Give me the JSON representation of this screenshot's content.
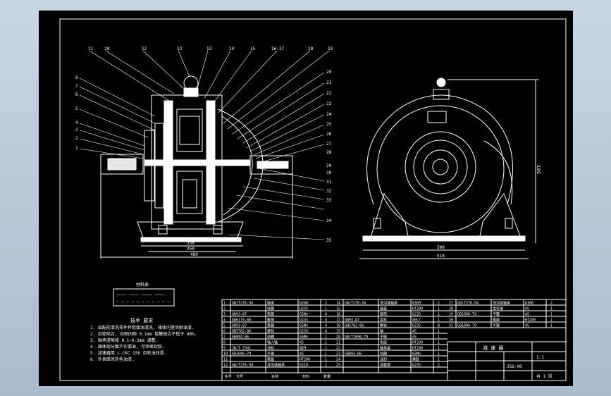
{
  "drawing": {
    "top_labels": [
      "11",
      "10",
      "12",
      "12",
      "13",
      "14",
      "15",
      "16-17",
      "18",
      "19"
    ],
    "left_labels": [
      "8",
      "7",
      "6",
      "5",
      "4",
      "3",
      "2",
      "1"
    ],
    "right_labels": [
      "20",
      "21",
      "22",
      "23",
      "24",
      "25",
      "26",
      "27",
      "28",
      "29",
      "30",
      "31",
      "32",
      "33",
      "34",
      "35"
    ],
    "dim_front_base": "350",
    "dim_front_bottom_a": "250",
    "dim_front_overall": "480",
    "dim_side_height": "587",
    "dim_side_base": "500",
    "dim_side_overall": "510"
  },
  "legend_box": {
    "heading": "材料表",
    "row1": "———— ———— ———— ————",
    "row2": "— — — — — — — — — — —"
  },
  "tech_requirements": {
    "title": "技术 要求",
    "lines": [
      "1. 装配前清洗零件并用煤油清洗, 箱体内壁涂耐油漆.",
      "2. 齿轮啮合, 齿侧间隙 0.1mm 接触斑点不低于 40%.",
      "3. 轴承游隙按 0.1~0.3mm 调整.",
      "4. 箱体剖分面不许漏油, 可涂密封胶.",
      "5. 减速器用 L-CKC 150 齿轮油润滑.",
      "6. 外表面涂灰色油漆."
    ]
  },
  "parts_table": {
    "col1": [
      [
        "GB/T276-94",
        "轴承",
        "6208",
        "2"
      ],
      [
        "",
        "挡圈",
        "Q235",
        "1"
      ],
      [
        "GB93-87",
        "垫圈",
        "65Mn",
        "4"
      ],
      [
        "GB6170-86",
        "螺母",
        "Q235",
        "4"
      ],
      [
        "GB93-87",
        "垫圈",
        "65Mn",
        "4"
      ],
      [
        "GB5782-86",
        "螺栓",
        "Q235",
        "4"
      ],
      [
        "GB894-86",
        "挡圈",
        "65Mn",
        "1"
      ],
      [
        "",
        "输入轴",
        "45",
        "1"
      ],
      [
        "JB/T 7941",
        "油标",
        "组件",
        "1"
      ],
      [
        "GB1096-79",
        "平键",
        "45",
        "1"
      ],
      [
        "",
        "箱盖",
        "HT200",
        "1"
      ],
      [
        "GB/T276-94",
        "深沟球轴承",
        "6210",
        "2"
      ]
    ],
    "col2": [
      [
        "GB/T276-94",
        "深沟球轴承",
        "6309",
        "2"
      ],
      [
        "",
        "端盖",
        "HT200",
        "1"
      ],
      [
        "",
        "套筒",
        "Q235",
        "1"
      ],
      [
        "GB93-87",
        "齿轮",
        "40Cr",
        "1"
      ],
      [
        "GB5782-86",
        "螺栓",
        "Q235",
        "8"
      ],
      [
        "",
        "轴",
        "45",
        "1"
      ],
      [
        "GB/T1096-79",
        "平键",
        "45",
        "1"
      ],
      [
        "",
        "机座",
        "HT200",
        "1"
      ],
      [
        "",
        "轴承盖",
        "HT200",
        "1"
      ],
      [
        "GB893-86",
        "挡圈",
        "65Mn",
        "1"
      ],
      [
        "",
        "油封",
        "橡胶",
        "1"
      ],
      [
        "",
        "调整垫",
        "Q235",
        "2"
      ]
    ],
    "col3": [
      [
        "GB/T276-94",
        "深沟球轴承",
        "6306",
        "2"
      ],
      [
        "",
        "齿轮轴",
        "45",
        "1"
      ],
      [
        "GB1096-79",
        "平键",
        "45",
        "1"
      ],
      [
        "",
        "箱座",
        "HT200",
        "1"
      ],
      [
        "GB1096-79",
        "平键",
        "45",
        "1"
      ]
    ],
    "header": [
      "序号",
      "代号",
      "名称",
      "材料",
      "数量"
    ]
  },
  "title_block": {
    "name": "减 速 器",
    "scale": "1:1",
    "drawing_no": "JSQ-00",
    "sheet": "共 1 张"
  }
}
